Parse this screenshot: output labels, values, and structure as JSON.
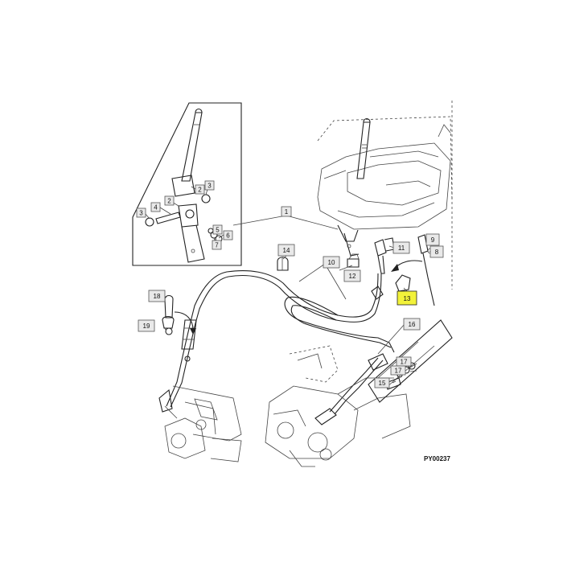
{
  "figure_code": "PY00237",
  "callouts": {
    "c1": "1",
    "c2": "2",
    "c3": "3",
    "c4": "4",
    "c5": "5",
    "c6": "6",
    "c7": "7",
    "c8": "8",
    "c9": "9",
    "c10": "10",
    "c11": "11",
    "c12": "12",
    "c13": "13",
    "c14": "14",
    "c16": "16",
    "c17": "17",
    "c18": "18",
    "c19": "19",
    "inset_c2": "2",
    "inset_c3": "3",
    "inset_c4": "4",
    "inset_c5": "5",
    "inset_c6": "6",
    "inset_c7": "7",
    "inset_c17": "17",
    "inset_c15": "15"
  },
  "colors": {
    "highlight": "#f2f23a",
    "callout_fill": "#e9e9e9",
    "ink": "#222222"
  }
}
